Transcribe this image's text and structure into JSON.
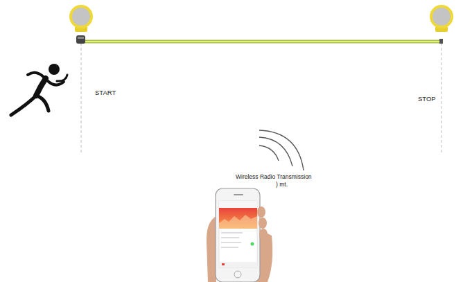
{
  "diagram": {
    "labels": [
      "START",
      "STOP",
      "Wireless Radio Transmission",
      ") mt."
    ]
  }
}
